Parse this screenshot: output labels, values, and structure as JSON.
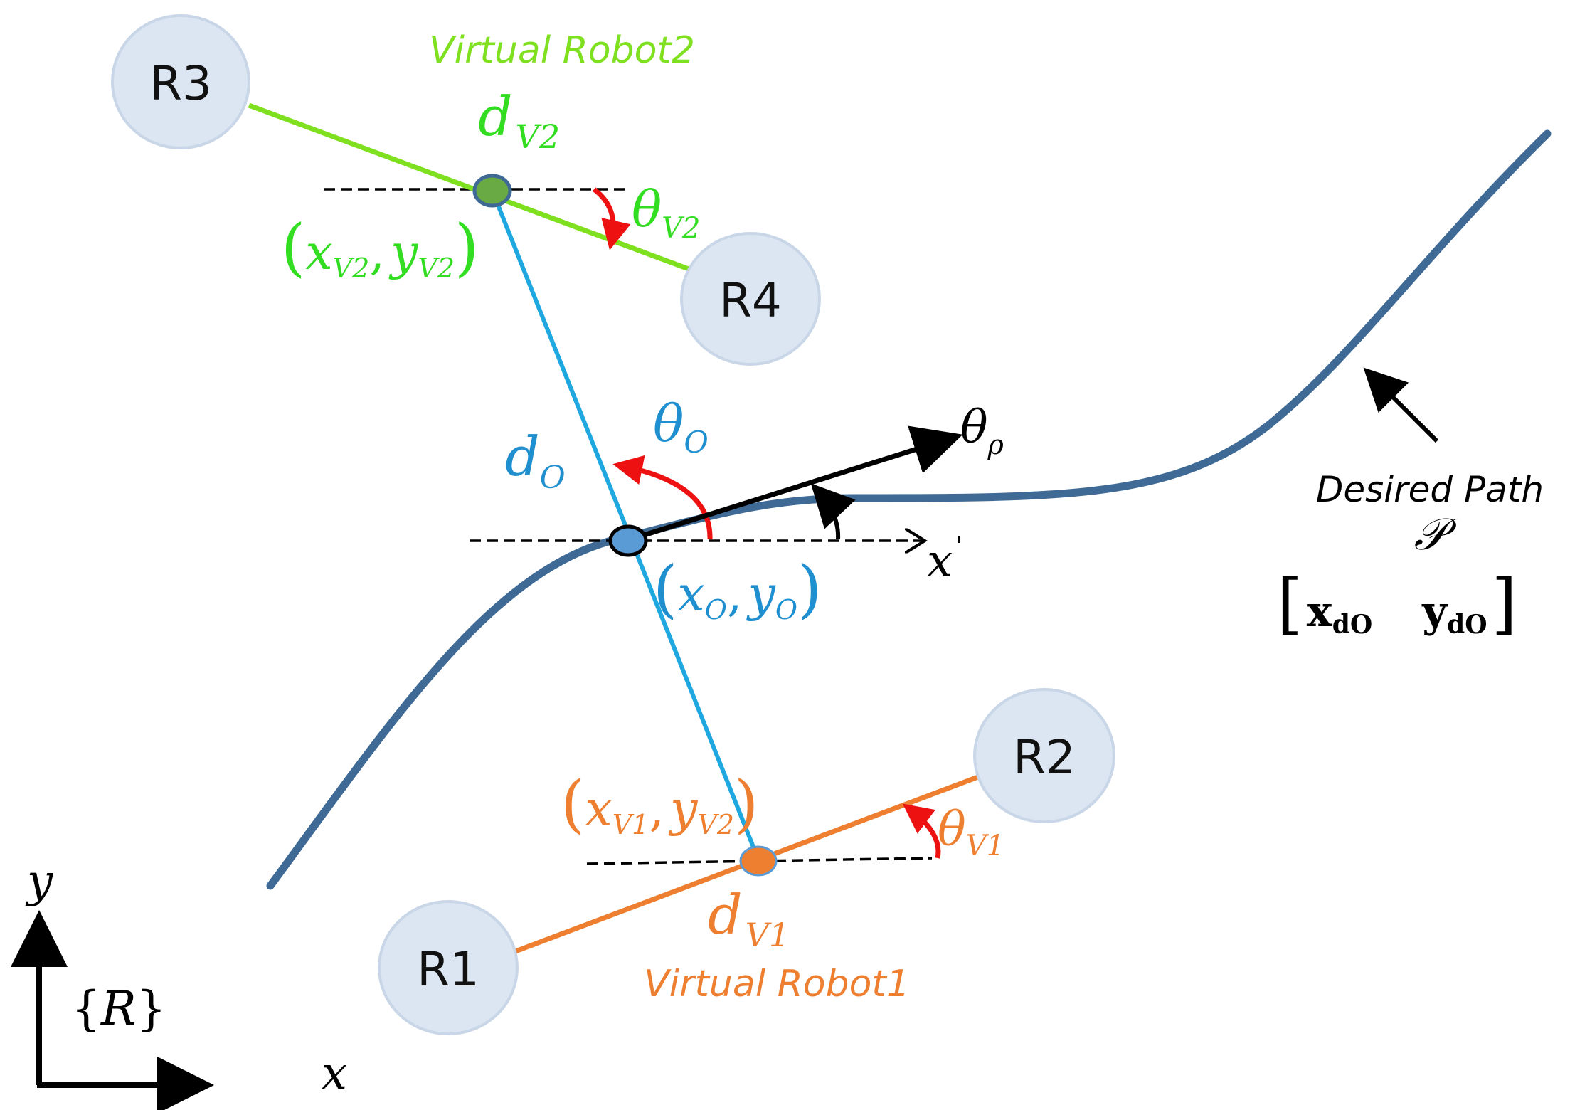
{
  "colors": {
    "path": "#3F6A95",
    "blue_line": "#1FA8E0",
    "green": "#7FE020",
    "green_text": "#33DD22",
    "orange": "#EE7F30",
    "red": "#EE1111",
    "black": "#000000",
    "robot_fill": "#DCE6F2",
    "robot_stroke": "#C8D6E8",
    "center_dot": "#5B9BD5",
    "v2_dot": "#6AAA44",
    "v1_dot": "#EE7F30"
  },
  "robots": [
    {
      "name": "R3"
    },
    {
      "name": "R4"
    },
    {
      "name": "R2"
    },
    {
      "name": "R1"
    }
  ],
  "virtual_robot_2": {
    "title": "Virtual Robot2",
    "d_main": "d",
    "d_sub": "V2",
    "coord_open": "(",
    "coord_x": "x",
    "coord_x_sub": "V2",
    "coord_sep": ",",
    "coord_y": "y",
    "coord_y_sub": "V2",
    "coord_close": ")",
    "theta": "θ",
    "theta_sub": "V2"
  },
  "virtual_robot_1": {
    "title": "Virtual Robot1",
    "d_main": "d",
    "d_sub": "V1",
    "coord_open": "(",
    "coord_x": "x",
    "coord_x_sub": "V1",
    "coord_sep": ",",
    "coord_y": "y",
    "coord_y_sub": "V2",
    "coord_close": ")",
    "theta": "θ",
    "theta_sub": "V1"
  },
  "center": {
    "d_main": "d",
    "d_sub": "O",
    "theta": "θ",
    "theta_sub": "O",
    "coord_open": "(",
    "coord_x": "x",
    "coord_x_sub": "O",
    "coord_sep": ",",
    "coord_y": "y",
    "coord_y_sub": "O",
    "coord_close": ")",
    "theta_rho": "θ",
    "theta_rho_sub": "ρ",
    "x_prime": "x",
    "x_prime_mark": "'"
  },
  "desired_path": {
    "label": "Desired Path",
    "symbol": "𝒫",
    "bracket_open": "[",
    "x_main": "x",
    "x_sub": "dO",
    "y_main": "y",
    "y_sub": "dO",
    "bracket_close": "]"
  },
  "frame": {
    "y_axis": "y",
    "x_axis": "x",
    "brace_open": "{",
    "name": "R",
    "brace_close": "}"
  }
}
